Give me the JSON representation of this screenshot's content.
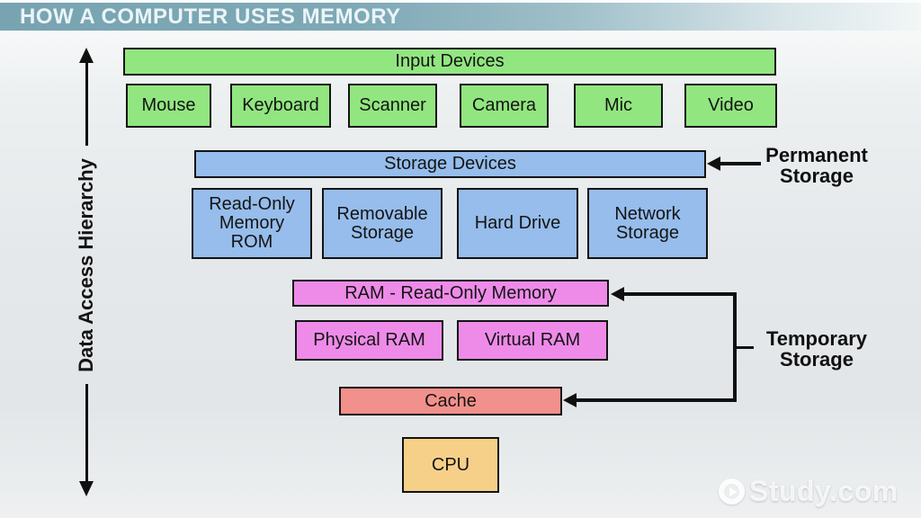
{
  "header": {
    "title": "HOW A COMPUTER USES MEMORY"
  },
  "axis": {
    "label": "Data Access Hierarchy"
  },
  "groups": {
    "input": {
      "header": "Input Devices",
      "items": [
        "Mouse",
        "Keyboard",
        "Scanner",
        "Camera",
        "Mic",
        "Video"
      ]
    },
    "storage": {
      "header": "Storage Devices",
      "items": [
        [
          "Read-Only",
          "Memory",
          "ROM"
        ],
        [
          "Removable",
          "Storage"
        ],
        [
          "Hard Drive"
        ],
        [
          "Network",
          "Storage"
        ]
      ]
    },
    "ram": {
      "header": "RAM - Read-Only Memory",
      "items": [
        "Physical RAM",
        "Virtual RAM"
      ]
    },
    "cache": {
      "label": "Cache"
    },
    "cpu": {
      "label": "CPU"
    }
  },
  "annotations": {
    "permanent": {
      "lines": [
        "Permanent",
        "Storage"
      ]
    },
    "temporary": {
      "lines": [
        "Temporary",
        "Storage"
      ]
    }
  },
  "watermark": {
    "brand": "Study.com",
    "icon": "play-circle-icon"
  },
  "palette": {
    "title_bar_teal": "#7ca7b4",
    "input_green": "#92e680",
    "storage_blue": "#96bdeb",
    "ram_magenta": "#ee8be9",
    "cache_salmon": "#f2908b",
    "cpu_orange": "#f6d088",
    "line_black": "#101010",
    "background_gray": "#e4e8ea"
  }
}
